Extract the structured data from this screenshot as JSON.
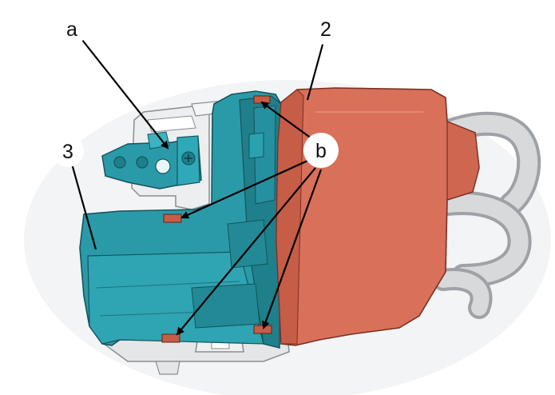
{
  "callouts": {
    "a": "a",
    "two": "2",
    "three": "3",
    "b": "b"
  },
  "colors": {
    "housing_teal": "#2a9aa8",
    "cover_orange": "#d9705a",
    "pipe_grey": "#c8cacc",
    "bracket_grey": "#e4e6e8"
  }
}
